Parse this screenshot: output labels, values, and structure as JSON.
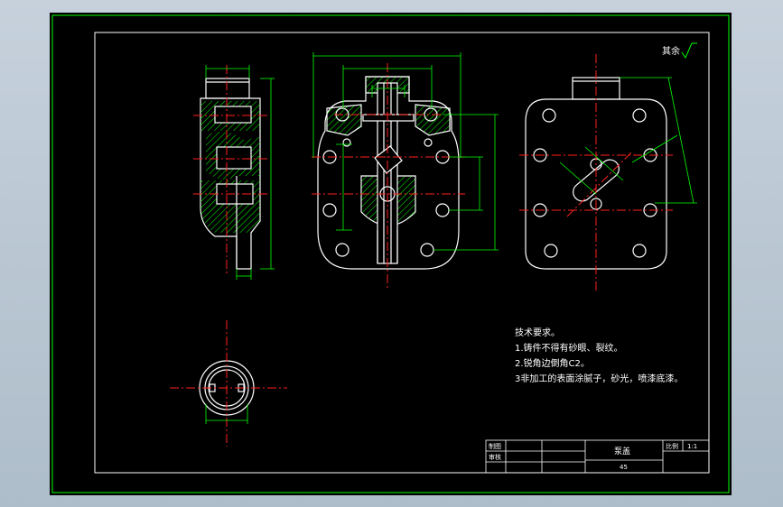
{
  "drawing": {
    "surface_finish_note": "其余",
    "tech_requirements": {
      "title": "技术要求。",
      "items": [
        "1.铸件不得有砂眼、裂纹。",
        "2.锐角边倒角C2。",
        "3非加工的表面涂腻子，砂光，喷漆底漆。"
      ]
    },
    "title_block": {
      "part_name": "泵盖",
      "material": "45",
      "scale_label": "比例",
      "scale_value": "1:1",
      "row_labels": [
        "制图",
        "审核"
      ]
    }
  },
  "colors": {
    "background": "#000000",
    "frame": "#00ff00",
    "outline": "#ffffff",
    "centerline": "#ff2020",
    "dimension": "#00ff00",
    "hatch": "#00ff00",
    "text": "#ffffff"
  }
}
